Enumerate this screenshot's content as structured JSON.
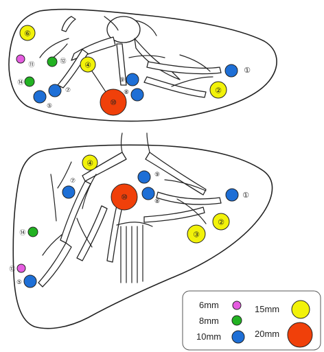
{
  "colors": {
    "6mm": "#e55ce0",
    "8mm": "#22b222",
    "10mm": "#1e6fd6",
    "15mm": "#f2f20a",
    "20mm": "#f0400a",
    "outline": "#222222"
  },
  "top_view": {
    "lesions": [
      {
        "num": "①",
        "size": "10mm"
      },
      {
        "num": "②",
        "size": "15mm"
      },
      {
        "num": "④",
        "size": "15mm"
      },
      {
        "num": "⑤",
        "size": "10mm"
      },
      {
        "num": "⑥",
        "size": "15mm"
      },
      {
        "num": "⑦",
        "size": "10mm"
      },
      {
        "num": "⑧",
        "size": "10mm"
      },
      {
        "num": "⑨",
        "size": "10mm"
      },
      {
        "num": "⑩",
        "size": "20mm"
      },
      {
        "num": "⑪",
        "size": "6mm"
      },
      {
        "num": "⑫",
        "size": "8mm"
      },
      {
        "num": "⑭",
        "size": "8mm"
      }
    ]
  },
  "bottom_view": {
    "lesions": [
      {
        "num": "①",
        "size": "10mm"
      },
      {
        "num": "②",
        "size": "15mm"
      },
      {
        "num": "③",
        "size": "15mm"
      },
      {
        "num": "④",
        "size": "15mm"
      },
      {
        "num": "⑤",
        "size": "10mm"
      },
      {
        "num": "⑦",
        "size": "10mm"
      },
      {
        "num": "⑧",
        "size": "10mm"
      },
      {
        "num": "⑨",
        "size": "10mm"
      },
      {
        "num": "⑩",
        "size": "20mm"
      },
      {
        "num": "⑬",
        "size": "6mm"
      },
      {
        "num": "⑭",
        "size": "8mm"
      }
    ]
  },
  "legend": [
    {
      "label": "6mm",
      "size": "6mm"
    },
    {
      "label": "15mm",
      "size": "15mm"
    },
    {
      "label": "8mm",
      "size": "8mm"
    },
    {
      "label": "10mm",
      "size": "10mm"
    },
    {
      "label": "20mm",
      "size": "20mm"
    }
  ]
}
